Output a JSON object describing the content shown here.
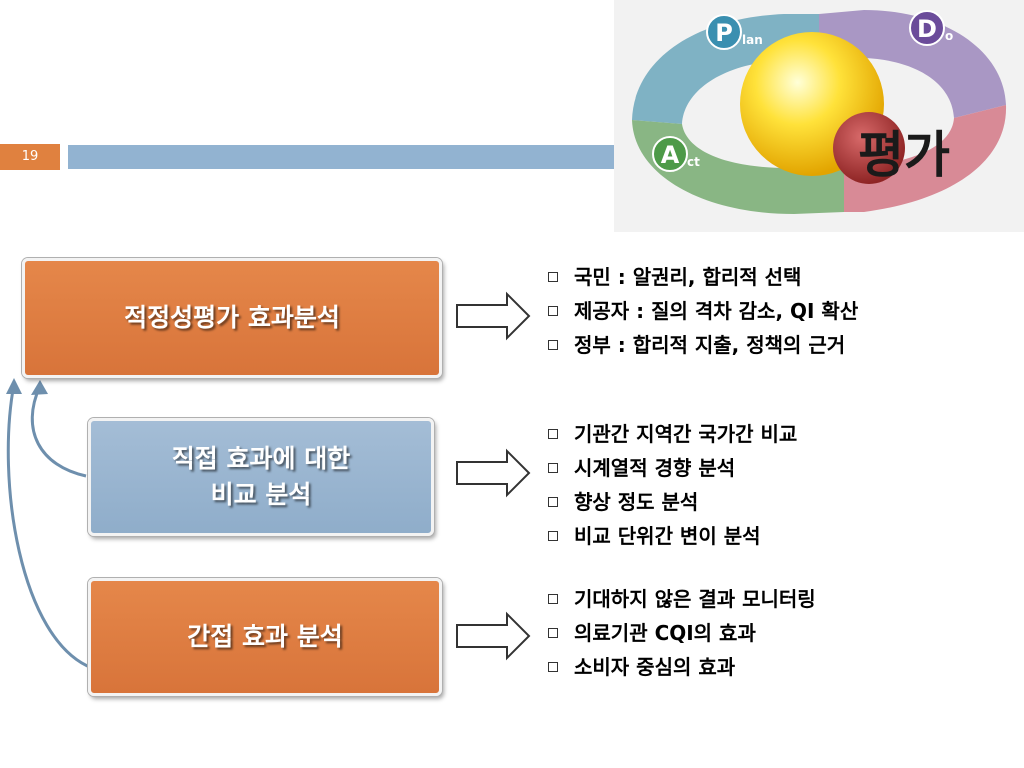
{
  "slide": {
    "number": "19"
  },
  "pdca": {
    "plan_letter": "P",
    "plan_suffix": "lan",
    "do_letter": "D",
    "do_suffix": "o",
    "act_letter": "A",
    "act_suffix": "ct",
    "eval_label": "평가"
  },
  "boxes": {
    "main": "적정성평가 효과분석",
    "direct_line1": "직접 효과에 대한",
    "direct_line2": "비교 분석",
    "indirect": "간접 효과 분석"
  },
  "lists": {
    "group1": [
      "국민 : 알권리, 합리적 선택",
      "제공자 : 질의 격차 감소, QI 확산",
      "정부 : 합리적 지출, 정책의 근거"
    ],
    "group2": [
      "기관간 지역간 국가간 비교",
      "시계열적 경향 분석",
      "향상 정도 분석",
      "비교 단위간 변이 분석"
    ],
    "group3": [
      "기대하지 않은 결과 모니터링",
      "의료기관 CQI의 효과",
      "소비자 중심의 효과"
    ]
  },
  "colors": {
    "orange": "#e0813f",
    "blue": "#92b3d1"
  }
}
